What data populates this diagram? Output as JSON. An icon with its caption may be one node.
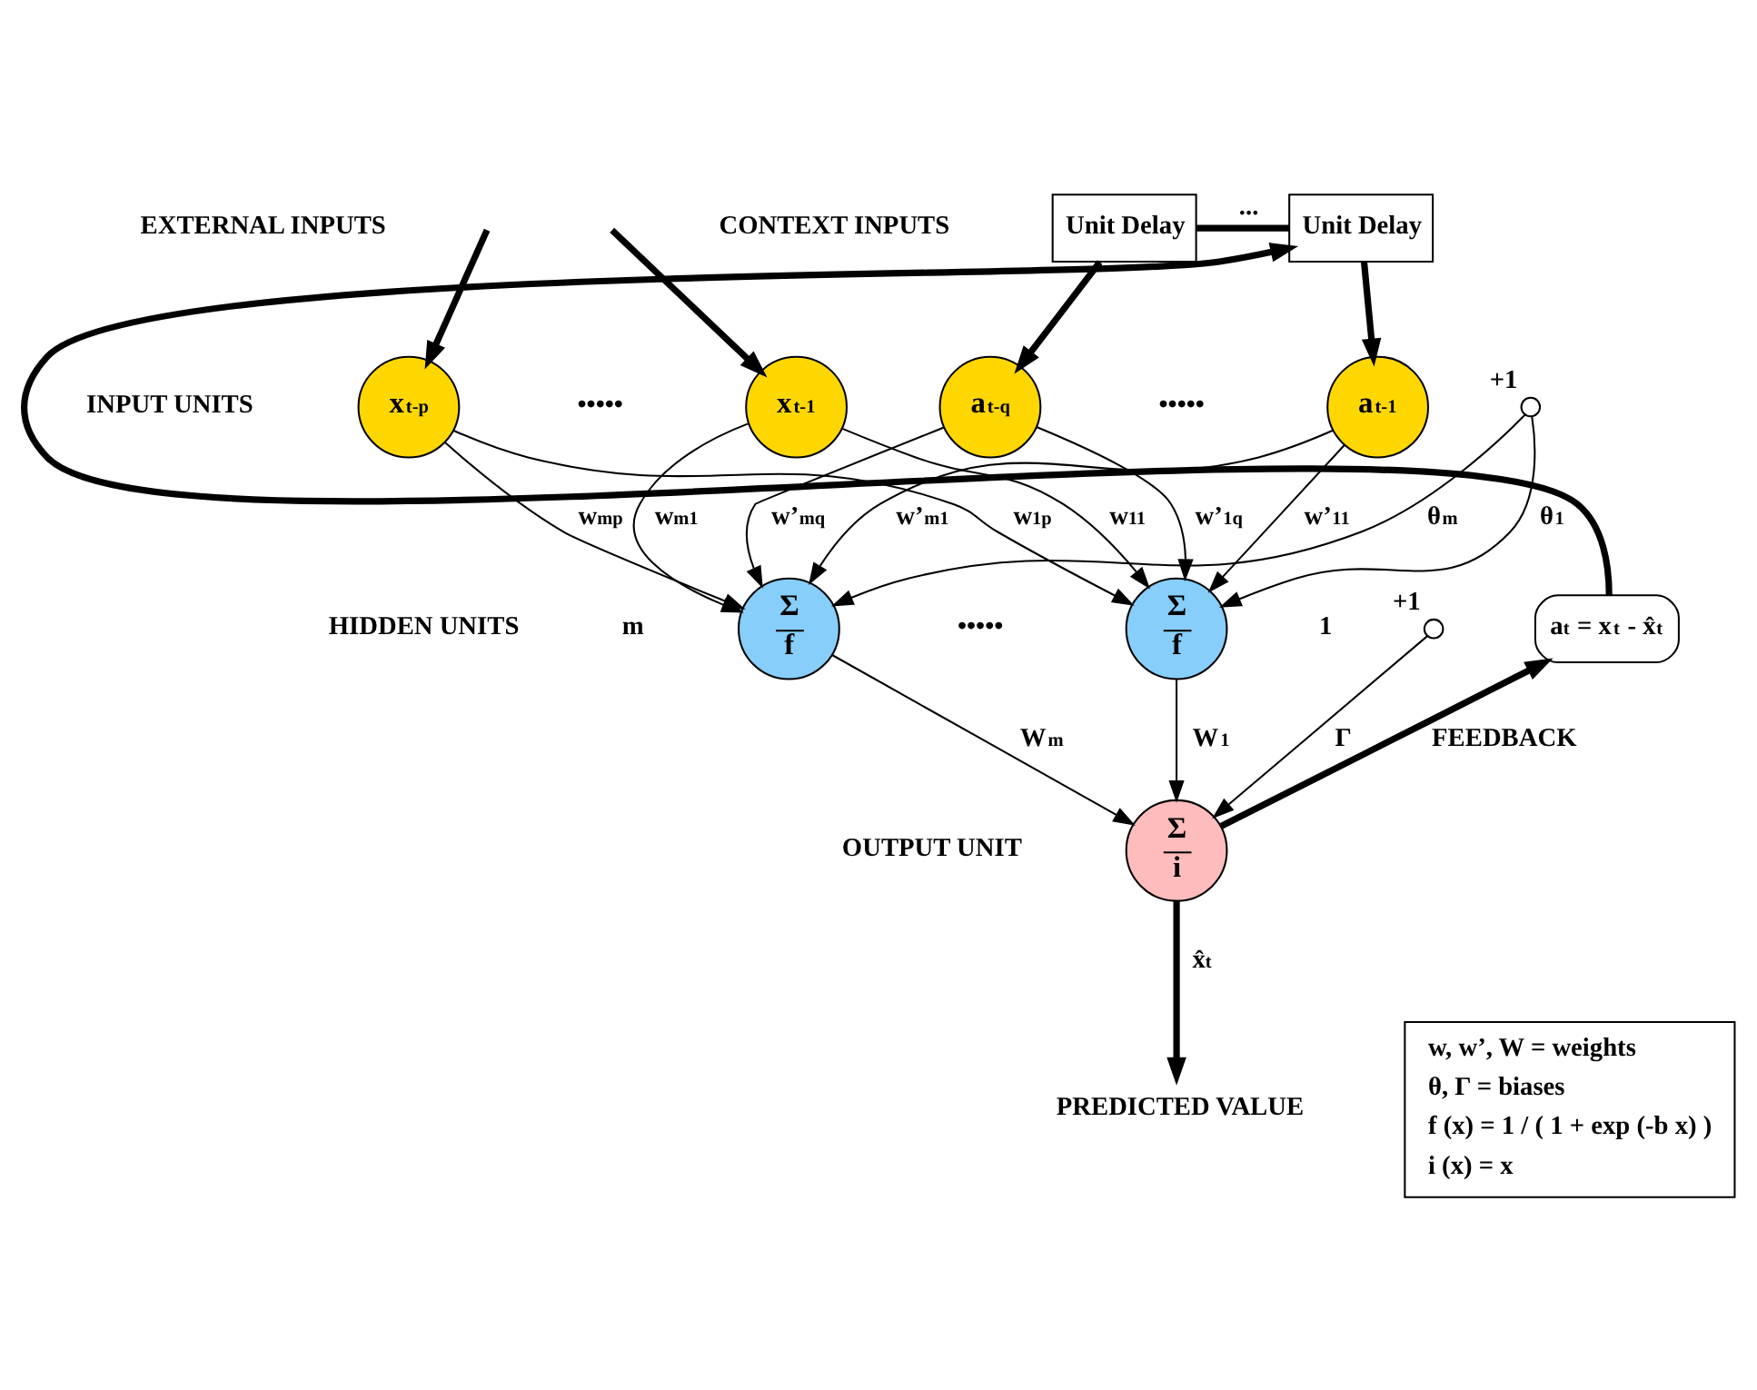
{
  "diagram": {
    "nodes": [
      {
        "text": [
          "x$_{t-p}$"
        ]
      },
      {
        "text": [
          "x$_{t-1}$"
        ]
      },
      {
        "text": [
          "a$_{t-q}$"
        ]
      },
      {
        "text": [
          "a$_{t-1}$"
        ]
      },
      {
        "text": [],
        "shape": "circle",
        "beside": [
          "+1"
        ]
      },
      {
        "text": [
          "Σ",
          "f"
        ],
        "beside": [
          "m"
        ]
      },
      {
        "text": [
          "Σ",
          "f"
        ],
        "beside": [
          "1"
        ]
      },
      {
        "text": [],
        "shape": "circle",
        "beside": [
          "+1"
        ]
      },
      {
        "text": [
          "Σ",
          "i"
        ]
      },
      {
        "text": [
          "Unit Delay"
        ]
      },
      {
        "text": [
          "Unit Delay"
        ]
      },
      {
        "text": [
          "a$_{t}$ = x$_{t}$ - x̂$_{t}$"
        ]
      },
      {
        "text": [
          "PREDICTED VALUE"
        ]
      },
      {
        "text": [
          "w, w’, W = weights",
          "θ, Γ = biases",
          "f (x) = 1 / ( 1 + exp (-b x) )",
          "i (x) = x"
        ]
      }
    ],
    "edges": [
      {
        "from": null,
        "to": 0,
        "arrow": "to",
        "style": "thick"
      },
      {
        "from": null,
        "to": 1,
        "arrow": "to",
        "style": "thick"
      },
      {
        "from": 9,
        "to": 2,
        "arrow": "to",
        "style": "thick"
      },
      {
        "from": 10,
        "to": 3,
        "arrow": "to",
        "style": "thick"
      },
      {
        "from": 10,
        "to": 9,
        "arrow": "none",
        "label": "...",
        "style": "thick"
      },
      {
        "from": 0,
        "to": 5,
        "arrow": "to",
        "label": "w$_{mp}$"
      },
      {
        "from": 0,
        "to": 6,
        "arrow": "to",
        "label": "w$_{1p}$"
      },
      {
        "from": 1,
        "to": 5,
        "arrow": "to",
        "label": "w$_{m1}$"
      },
      {
        "from": 1,
        "to": 6,
        "arrow": "to",
        "label": "w$_{11}$"
      },
      {
        "from": 2,
        "to": 5,
        "arrow": "to",
        "label": "w’$_{mq}$"
      },
      {
        "from": 2,
        "to": 6,
        "arrow": "to",
        "label": "w’$_{1q}$"
      },
      {
        "from": 3,
        "to": 5,
        "arrow": "to",
        "label": "w’$_{m1}$"
      },
      {
        "from": 3,
        "to": 6,
        "arrow": "to",
        "label": "w’$_{11}$"
      },
      {
        "from": 4,
        "to": 5,
        "arrow": "to",
        "label": "θ$_{m}$"
      },
      {
        "from": 4,
        "to": 6,
        "arrow": "to",
        "label": "θ$_{1}$"
      },
      {
        "from": 5,
        "to": 8,
        "arrow": "to",
        "label": "W$_{m}$"
      },
      {
        "from": 6,
        "to": 8,
        "arrow": "to",
        "label": "W$_{1}$"
      },
      {
        "from": 7,
        "to": 8,
        "arrow": "to",
        "label": "Γ"
      },
      {
        "from": 8,
        "to": 12,
        "arrow": "to",
        "label": "x̂$_{t}$",
        "style": "thick"
      },
      {
        "from": 8,
        "to": 11,
        "arrow": "to",
        "label": "FEEDBACK",
        "style": "thick"
      },
      {
        "from": 11,
        "to": 10,
        "arrow": "to",
        "style": "thick"
      }
    ],
    "labels": [
      "EXTERNAL INPUTS",
      "CONTEXT INPUTS",
      "INPUT UNITS",
      "•••••",
      "•••••",
      "HIDDEN UNITS",
      "•••••",
      "OUTPUT UNIT"
    ]
  }
}
